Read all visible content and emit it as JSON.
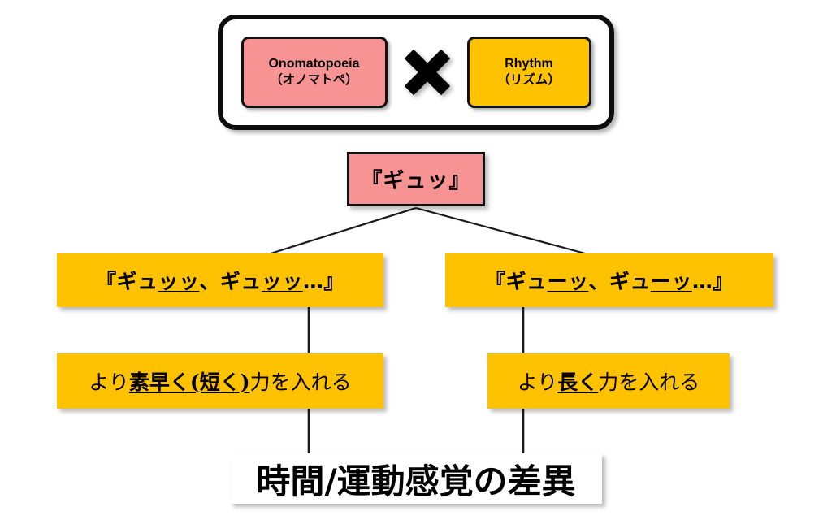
{
  "diagram": {
    "header": {
      "left_card": {
        "title_en": "Onomatopoeia",
        "title_ja": "（オノマトペ）",
        "color": "#f79392"
      },
      "operator": "×",
      "operator_icon": "multiplication-cross-icon",
      "right_card": {
        "title_en": "Rhythm",
        "title_ja": "（リズム）",
        "color": "#ffc200"
      },
      "container_border_color": "#0d0d0d"
    },
    "root_node": {
      "label": "『ギュッ』",
      "color": "#f79392"
    },
    "branches": [
      {
        "id": "short",
        "rhythm": {
          "prefix": "『ギュ",
          "emphasis_1": "ッッ",
          "middle": "、ギュ",
          "emphasis_2": "ッッ",
          "suffix": "…』",
          "full_text": "『ギュッッ、ギュッッ…』",
          "color": "#ffc200"
        },
        "effect": {
          "prefix": "より",
          "emphasis": "素早く(短く)",
          "suffix": "力を入れる",
          "full_text": "より素早く(短く)力を入れる",
          "color": "#ffc200"
        }
      },
      {
        "id": "long",
        "rhythm": {
          "prefix": "『ギュ",
          "emphasis_1": "ーッ",
          "middle": "、ギュ",
          "emphasis_2": "ーッ",
          "suffix": "…』",
          "full_text": "『ギューッ、ギューッ…』",
          "color": "#ffc200"
        },
        "effect": {
          "prefix": "より",
          "emphasis": "長く",
          "suffix": "力を入れる",
          "full_text": "より長く力を入れる",
          "color": "#ffc200"
        }
      }
    ],
    "conclusion": {
      "label": "時間/運動感覚の差異",
      "color": "#ffffff"
    },
    "connector_color": "#1a1a1a"
  }
}
